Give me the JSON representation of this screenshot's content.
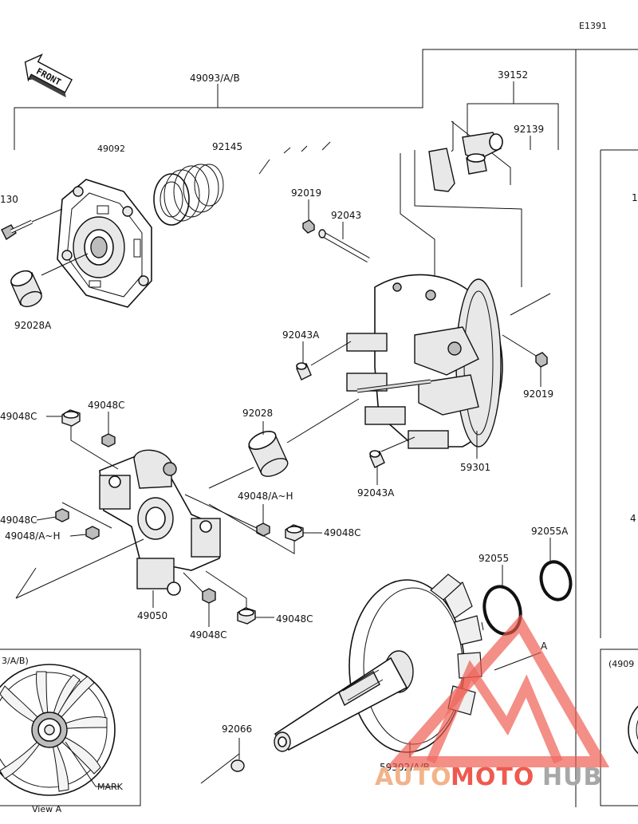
{
  "diagram_code": "E1391",
  "front_arrow_label": "FRONT",
  "labels": {
    "l_49093": "49093/A/B",
    "l_39152": "39152",
    "l_92139": "92139",
    "l_92145": "92145",
    "l_49092": "49092",
    "l_130": "130",
    "l_92019a": "92019",
    "l_92043": "92043",
    "l_92028a": "92028A",
    "l_92043a_1": "92043A",
    "l_92019b": "92019",
    "l_49048c_1": "49048C",
    "l_49048c_2": "49048C",
    "l_92028": "92028",
    "l_59301": "59301",
    "l_92043a_2": "92043A",
    "l_49048ah_1": "49048/A~H",
    "l_49048c_3": "49048C",
    "l_49048c_4": "49048C",
    "l_49048ah_2": "49048/A~H",
    "l_92055a": "92055A",
    "l_92055": "92055",
    "l_49050": "49050",
    "l_49048c_5": "49048C",
    "l_49048c_6": "49048C",
    "l_a": "A",
    "l_92066": "92066",
    "l_59302": "59302/A/B",
    "l_inset_left": "3/A/B)",
    "l_inset_right": "(4909",
    "l_mark": "MARK",
    "l_view_a": "View A",
    "l_edge_1": "1",
    "l_edge_4": "4"
  },
  "watermark": {
    "part1": "AUTO",
    "part2": "MOTO",
    "part3": "HUB",
    "colors": {
      "auto": "#f2b38a",
      "moto": "#ee5a4f",
      "hub": "#a7a7a7"
    }
  }
}
